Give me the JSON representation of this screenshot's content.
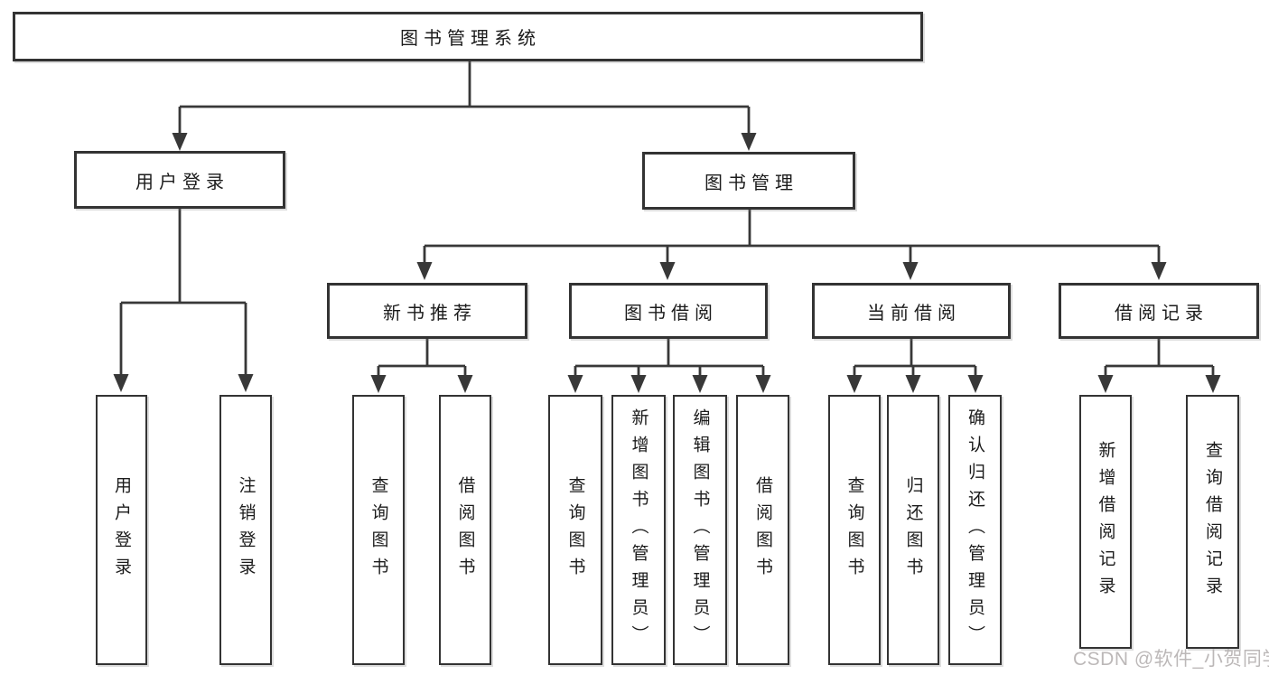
{
  "tree": {
    "root": {
      "label": "图书管理系统"
    },
    "branches": [
      {
        "label": "用户登录",
        "children": [
          {
            "label": "用户登录"
          },
          {
            "label": "注销登录"
          }
        ]
      },
      {
        "label": "图书管理",
        "children": [
          {
            "label": "新书推荐",
            "children": [
              {
                "label": "查询图书"
              },
              {
                "label": "借阅图书"
              }
            ]
          },
          {
            "label": "图书借阅",
            "children": [
              {
                "label": "查询图书"
              },
              {
                "label": "新增图书（管理员）"
              },
              {
                "label": "编辑图书（管理员）"
              },
              {
                "label": "借阅图书"
              }
            ]
          },
          {
            "label": "当前借阅",
            "children": [
              {
                "label": "查询图书"
              },
              {
                "label": "归还图书"
              },
              {
                "label": "确认归还（管理员）"
              }
            ]
          },
          {
            "label": "借阅记录",
            "children": [
              {
                "label": "新增借阅记录"
              },
              {
                "label": "查询借阅记录"
              }
            ]
          }
        ]
      }
    ]
  },
  "watermark": {
    "text": "CSDN @软件_小贺同学"
  },
  "colors": {
    "line": "#383838",
    "box_border": "#333333",
    "box_fill": "#ffffff",
    "text": "#1b1b1b",
    "watermark": "#b5b1b1",
    "background": "#ffffff"
  }
}
